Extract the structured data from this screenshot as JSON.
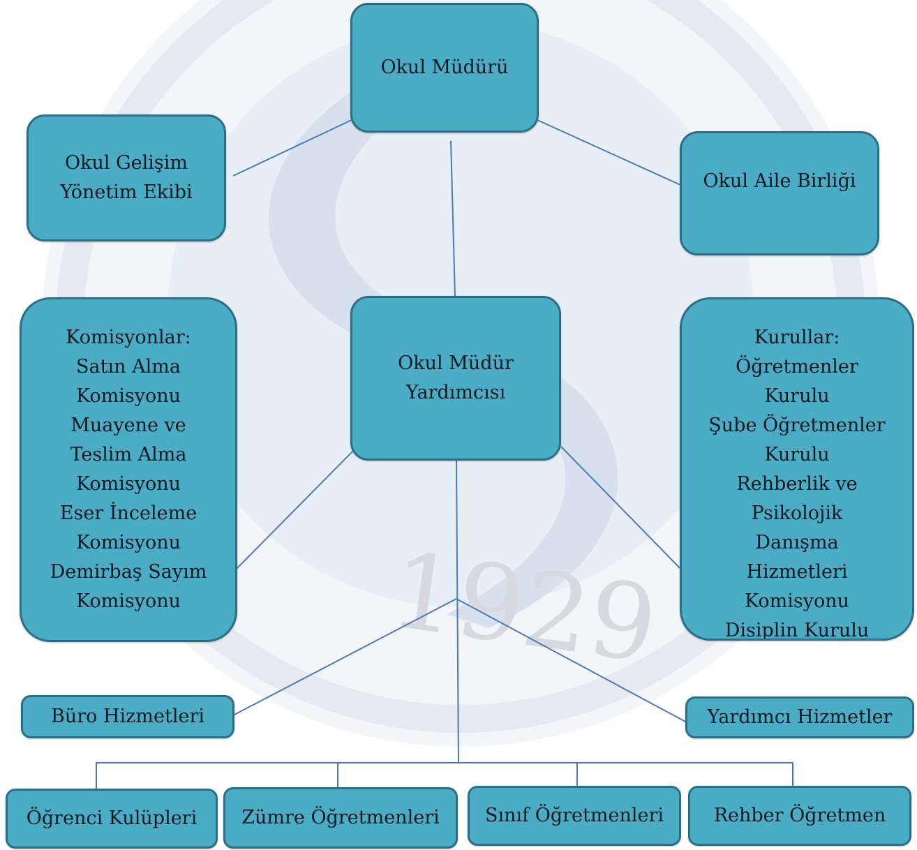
{
  "nodes": {
    "okul_muduru": "Okul Müdürü",
    "gelisim": [
      "Okul Gelişim",
      "Yönetim Ekibi"
    ],
    "aile_birligi": "Okul Aile Birliği",
    "mudur_yardimcisi": [
      "Okul Müdür",
      "Yardımcısı"
    ],
    "komisyonlar": [
      "Komisyonlar:",
      "Satın Alma",
      "Komisyonu",
      "Muayene ve",
      "Teslim Alma",
      "Komisyonu",
      "Eser İnceleme",
      "Komisyonu",
      "Demirbaş Sayım",
      "Komisyonu"
    ],
    "kurullar": [
      "Kurullar:",
      "Öğretmenler",
      "Kurulu",
      "Şube Öğretmenler",
      "Kurulu",
      "Rehberlik ve",
      "Psikolojik",
      "Danışma",
      "Hizmetleri",
      "Komisyonu",
      "Disiplin Kurulu"
    ],
    "buro": "Büro Hizmetleri",
    "yardimci": "Yardımcı Hizmetler",
    "ogrenci": "Öğrenci Kulüpleri",
    "zumre": "Zümre Öğretmenleri",
    "sinif": "Sınıf Öğretmenleri",
    "rehber": "Rehber Öğretmen"
  },
  "watermark": "1929",
  "colors": {
    "box_fill": "#4bacc6",
    "box_border": "#2a6f86",
    "line": "#4a7ab8",
    "watermark": "#dfe6ee"
  }
}
